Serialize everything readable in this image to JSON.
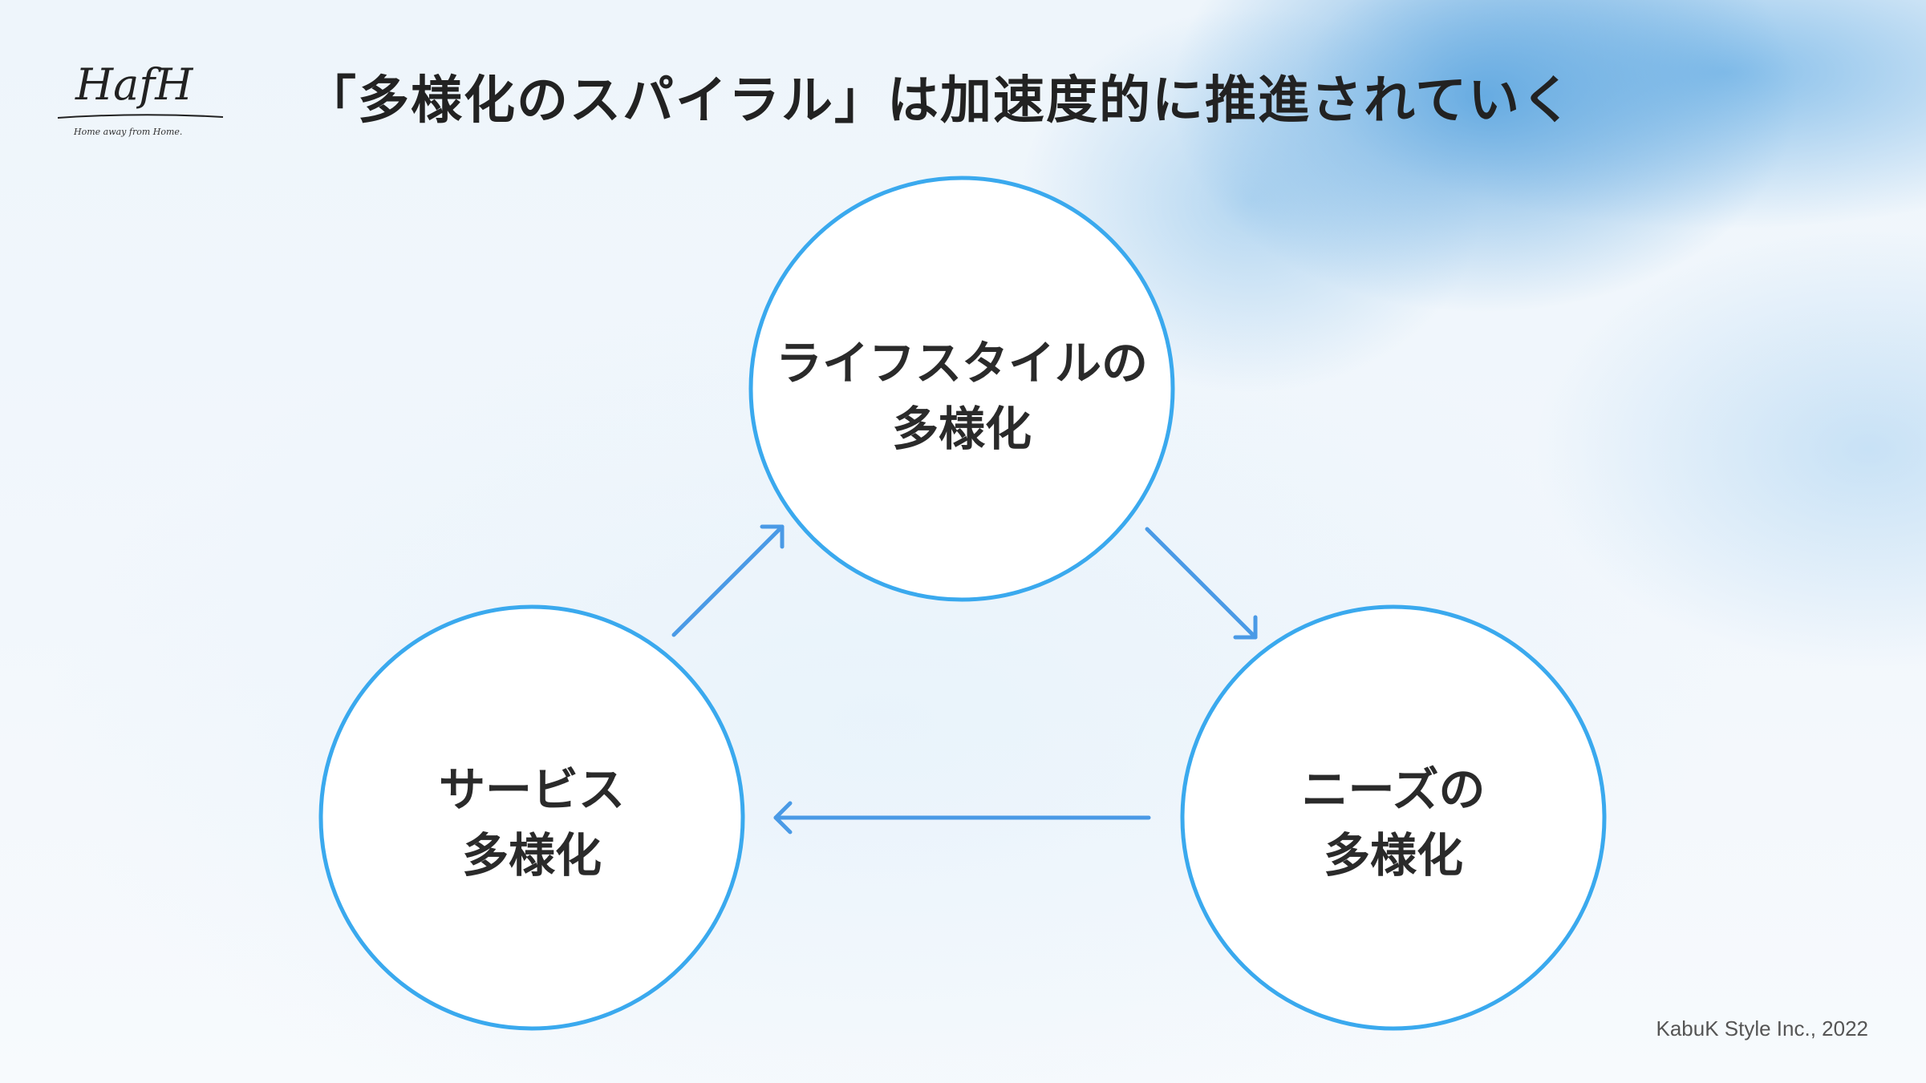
{
  "logo": {
    "mark": "HafH",
    "tagline": "Home away from Home."
  },
  "title": "「多様化のスパイラル」は加速度的に推進されていく",
  "nodes": {
    "top": {
      "line1": "ライフスタイルの",
      "line2": "多様化"
    },
    "right": {
      "line1": "ニーズの",
      "line2": "多様化"
    },
    "left": {
      "line1": "サービス",
      "line2": "多様化"
    }
  },
  "colors": {
    "circle_stroke": "#3aa9ee",
    "arrow": "#4a9ae6",
    "title": "#222222"
  },
  "footer": "KabuK Style Inc., 2022"
}
